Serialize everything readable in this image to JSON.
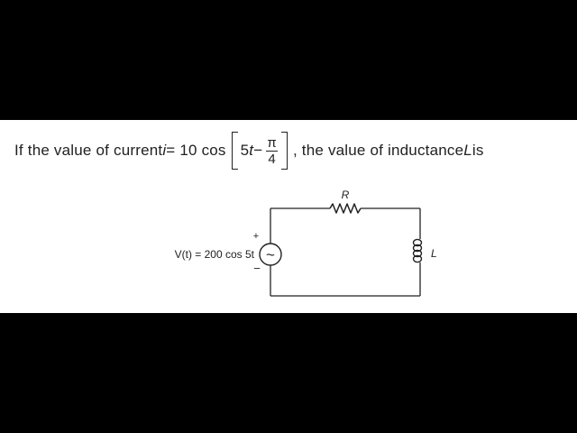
{
  "question": {
    "part1": "If the value of current ",
    "current_symbol": "i",
    "part2": " = 10 cos ",
    "arg_coeff": "5",
    "arg_var": "t",
    "minus": "−",
    "frac_num": "π",
    "frac_den": "4",
    "part3": ", the value of inductance ",
    "inductance_symbol": "L",
    "part4": " is"
  },
  "circuit": {
    "resistor_label": "R",
    "inductor_label": "L",
    "source_label": "V(t) = 200 cos 5t",
    "plus_sign": "+",
    "minus_sign": "−",
    "source_symbol": "~"
  },
  "colors": {
    "background": "#000000",
    "panel": "#ffffff",
    "ink": "#222222"
  }
}
